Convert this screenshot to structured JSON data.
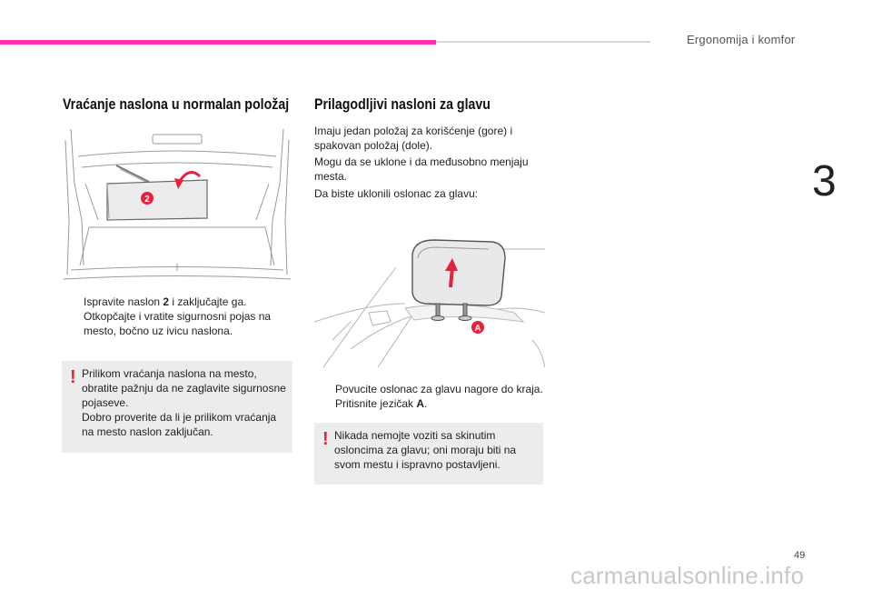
{
  "header": {
    "title": "Ergonomija i komfor"
  },
  "chapter_number": "3",
  "left": {
    "heading": "Vraćanje naslona u normalan položaj",
    "figure": {
      "callout": "2"
    },
    "bullets": [
      {
        "marker": "",
        "before": "Ispravite naslon ",
        "bold": "2",
        "after": " i zaključajte ga."
      },
      {
        "marker": "",
        "before": "Otkopčajte i vratite sigurnosni pojas na mesto, bočno uz ivicu naslona.",
        "bold": "",
        "after": ""
      }
    ],
    "warning": {
      "icon": "!",
      "lines": [
        "Prilikom vraćanja naslona na mesto, obratite pažnju da ne zaglavite sigurnosne pojaseve.",
        "Dobro proverite da li je prilikom vraćanja na mesto naslon zaključan."
      ]
    }
  },
  "right": {
    "heading": "Prilagodljivi nasloni za glavu",
    "paragraphs": [
      "Imaju jedan položaj za korišćenje (gore) i spakovan položaj (dole).",
      "Mogu da se uklone i da međusobno menjaju mesta.",
      "Da biste uklonili oslonac za glavu:"
    ],
    "figure": {
      "callout": "A"
    },
    "bullets": [
      {
        "marker": "",
        "before": "Povucite oslonac za glavu nagore do kraja.",
        "bold": "",
        "after": ""
      },
      {
        "marker": "",
        "before": "Pritisnite jezičak ",
        "bold": "A",
        "after": "."
      }
    ],
    "warning": {
      "icon": "!",
      "lines": [
        "Nikada nemojte voziti sa skinutim osloncima za glavu; oni moraju biti na svom mestu i ispravno postavljeni."
      ]
    }
  },
  "footer": {
    "page_number": "49",
    "watermark": "carmanualsonline.info"
  },
  "colors": {
    "accent_bar": "#ff2fb0",
    "warning_icon": "#e8213a",
    "callout_badge": "#e8213a",
    "warning_bg": "#ececec"
  }
}
